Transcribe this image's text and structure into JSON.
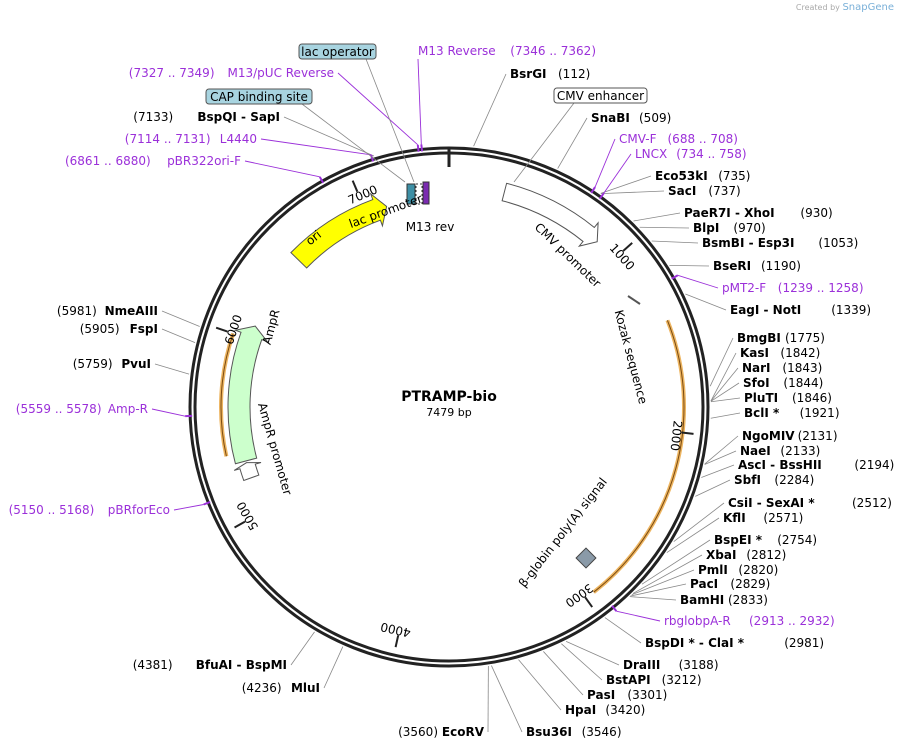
{
  "credit": {
    "prefix": "Created by",
    "brand": "SnapGene"
  },
  "plasmid": {
    "name": "PTRAMP-bio",
    "size_label": "7479 bp",
    "length": 7479
  },
  "ticks": [
    {
      "pos": 1000,
      "label": "1000"
    },
    {
      "pos": 2000,
      "label": "2000"
    },
    {
      "pos": 3000,
      "label": "3000"
    },
    {
      "pos": 4000,
      "label": "4000"
    },
    {
      "pos": 5000,
      "label": "5000"
    },
    {
      "pos": 6000,
      "label": "6000"
    },
    {
      "pos": 7000,
      "label": "7000"
    }
  ],
  "features": [
    {
      "name": "CMV promoter",
      "start": 300,
      "end": 870,
      "color": "#ffffff",
      "strand": 1
    },
    {
      "name": "ori",
      "start": 6530,
      "end": 7120,
      "color": "#ffff00",
      "strand": 1
    },
    {
      "name": "AmpR",
      "start": 5300,
      "end": 6080,
      "color": "#ccffcc",
      "strand": 1
    },
    {
      "name": "AmpR promoter",
      "start": 5200,
      "end": 5290,
      "color": "#ffffff",
      "strand": 1
    },
    {
      "name": "lac promoter",
      "start": 7230,
      "end": 7260,
      "color": "#4a90a8",
      "strand": 1
    },
    {
      "name": "M13 rev",
      "start": 7320,
      "end": 7349,
      "color": "#8a2be2",
      "strand": 1
    },
    {
      "name": "Kozak sequence",
      "start": 1370,
      "end": 1380,
      "color": "#888888",
      "strand": 1
    },
    {
      "name": "β-globin poly(A) signal",
      "start": 2700,
      "end": 2760,
      "color": "#8899aa",
      "strand": 1
    }
  ],
  "orfs": [
    {
      "start": 1420,
      "end": 2950,
      "strand": 1
    },
    {
      "start": 5350,
      "end": 6000,
      "strand": -1
    }
  ],
  "boxed_labels": [
    {
      "text": "lac operator",
      "kind": "teal"
    },
    {
      "text": "CAP binding site",
      "kind": "teal"
    },
    {
      "text": "CMV enhancer",
      "kind": "white"
    }
  ],
  "sites": [
    {
      "name": "BsrGI",
      "pos": "(112)",
      "num": 112
    },
    {
      "name": "SnaBI",
      "pos": "(509)",
      "num": 509
    },
    {
      "name": "Eco53kI",
      "pos": "(735)",
      "num": 735
    },
    {
      "name": "SacI",
      "pos": "(737)",
      "num": 737
    },
    {
      "name": "PaeR7I  - XhoI",
      "pos": "(930)",
      "num": 930
    },
    {
      "name": "BlpI",
      "pos": "(970)",
      "num": 970
    },
    {
      "name": "BsmBI  - Esp3I",
      "pos": "(1053)",
      "num": 1053
    },
    {
      "name": "BseRI",
      "pos": "(1190)",
      "num": 1190
    },
    {
      "name": "EagI  - NotI",
      "pos": "(1339)",
      "num": 1339
    },
    {
      "name": "BmgBI",
      "pos": "(1775)",
      "num": 1775
    },
    {
      "name": "KasI",
      "pos": "(1842)",
      "num": 1842
    },
    {
      "name": "NarI",
      "pos": "(1843)",
      "num": 1843
    },
    {
      "name": "SfoI",
      "pos": "(1844)",
      "num": 1844
    },
    {
      "name": "PluTI",
      "pos": "(1846)",
      "num": 1846
    },
    {
      "name": "BclI *",
      "pos": "(1921)",
      "num": 1921
    },
    {
      "name": "NgoMIV",
      "pos": "(2131)",
      "num": 2131
    },
    {
      "name": "NaeI",
      "pos": "(2133)",
      "num": 2133
    },
    {
      "name": "AscI  - BssHII",
      "pos": "(2194)",
      "num": 2194
    },
    {
      "name": "SbfI",
      "pos": "(2284)",
      "num": 2284
    },
    {
      "name": "CsiI  - SexAI *",
      "pos": "(2512)",
      "num": 2512
    },
    {
      "name": "KflI",
      "pos": "(2571)",
      "num": 2571
    },
    {
      "name": "BspEI *",
      "pos": "(2754)",
      "num": 2754
    },
    {
      "name": "XbaI",
      "pos": "(2812)",
      "num": 2812
    },
    {
      "name": "PmlI",
      "pos": "(2820)",
      "num": 2820
    },
    {
      "name": "PacI",
      "pos": "(2829)",
      "num": 2829
    },
    {
      "name": "BamHI",
      "pos": "(2833)",
      "num": 2833
    },
    {
      "name": "BspDI *  - ClaI *",
      "pos": "(2981)",
      "num": 2981
    },
    {
      "name": "DraIII",
      "pos": "(3188)",
      "num": 3188
    },
    {
      "name": "BstAPI",
      "pos": "(3212)",
      "num": 3212
    },
    {
      "name": "PasI",
      "pos": "(3301)",
      "num": 3301
    },
    {
      "name": "HpaI",
      "pos": "(3420)",
      "num": 3420
    },
    {
      "name": "Bsu36I",
      "pos": "(3546)",
      "num": 3546
    },
    {
      "name": "EcoRV",
      "pos": "(3560)",
      "num": 3560
    },
    {
      "name": "MluI",
      "pos": "(4236)",
      "num": 4236
    },
    {
      "name": "BfuAI  - BspMI",
      "pos": "(4381)",
      "num": 4381
    },
    {
      "name": "PvuI",
      "pos": "(5759)",
      "num": 5759
    },
    {
      "name": "FspI",
      "pos": "(5905)",
      "num": 5905
    },
    {
      "name": "NmeAIII",
      "pos": "(5981)",
      "num": 5981
    },
    {
      "name": "BspQI  - SapI",
      "pos": "(7133)",
      "num": 7133
    }
  ],
  "primers": [
    {
      "name": "M13 Reverse",
      "range": "(7346 .. 7362)",
      "num": 7354
    },
    {
      "name": "M13/pUC Reverse",
      "range": "(7327 .. 7349)",
      "num": 7338
    },
    {
      "name": "L4440",
      "range": "(7114 .. 7131)",
      "num": 7122
    },
    {
      "name": "pBR322ori-F",
      "range": "(6861 .. 6880)",
      "num": 6870
    },
    {
      "name": "CMV-F",
      "range": "(688 .. 708)",
      "num": 698
    },
    {
      "name": "LNCX",
      "range": "(734 .. 758)",
      "num": 746
    },
    {
      "name": "pMT2-F",
      "range": "(1239 .. 1258)",
      "num": 1248
    },
    {
      "name": "rbglobpA-R",
      "range": "(2913 .. 2932)",
      "num": 2922
    },
    {
      "name": "Amp-R",
      "range": "(5559 .. 5578)",
      "num": 5568
    },
    {
      "name": "pBRforEco",
      "range": "(5150 .. 5168)",
      "num": 5159
    }
  ],
  "colors": {
    "primer": "#9b30d9",
    "orf": "#e8a33a",
    "backbone": "#222222"
  }
}
